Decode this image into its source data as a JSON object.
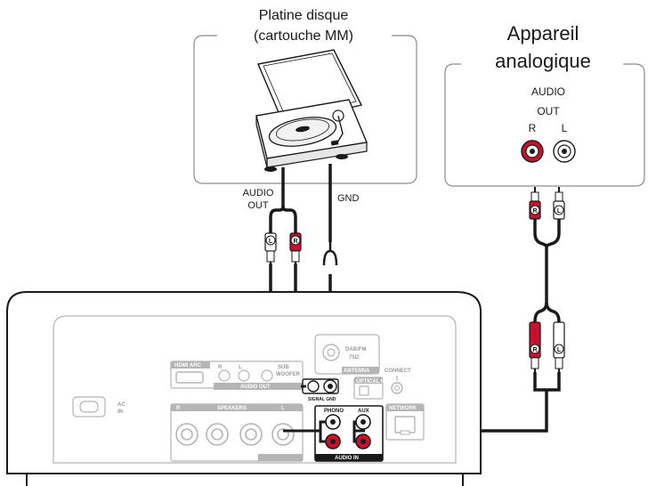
{
  "turntable": {
    "title_line1": "Platine disque",
    "title_line2": "(cartouche MM)",
    "audio_out_line1": "AUDIO",
    "audio_out_line2": "OUT",
    "gnd": "GND"
  },
  "analog_device": {
    "title_line1": "Appareil",
    "title_line2": "analogique",
    "audio_out_line1": "AUDIO",
    "audio_out_line2": "OUT",
    "right_label": "R",
    "left_label": "L"
  },
  "plug_letters": {
    "left": "L",
    "right": "R"
  },
  "rear_panel": {
    "hdmi_arc": "HDMI ARC",
    "audio_out": "AUDIO OUT",
    "subwoofer_line1": "SUB",
    "subwoofer_line2": "WOOFER",
    "out_r": "R",
    "out_l": "L",
    "dab_fm": "DAB/FM",
    "ohms": "75Ω",
    "antenna": "ANTENNA",
    "connect": "CONNECT",
    "optical_in": "OPTICAL IN",
    "signal_gnd": "SIGNAL GND",
    "ac_in_line1": "AC",
    "ac_in_line2": "IN",
    "speakers": "SPEAKERS",
    "spk_r": "R",
    "spk_l": "L",
    "phono": "PHONO",
    "aux": "AUX",
    "audio_in": "AUDIO IN",
    "network": "NETWORK"
  },
  "colors": {
    "line": "#1a1a1a",
    "panel_stroke": "#b5b5b5",
    "red_jack": "#c8102e",
    "box_stroke": "#8c8c8c"
  }
}
